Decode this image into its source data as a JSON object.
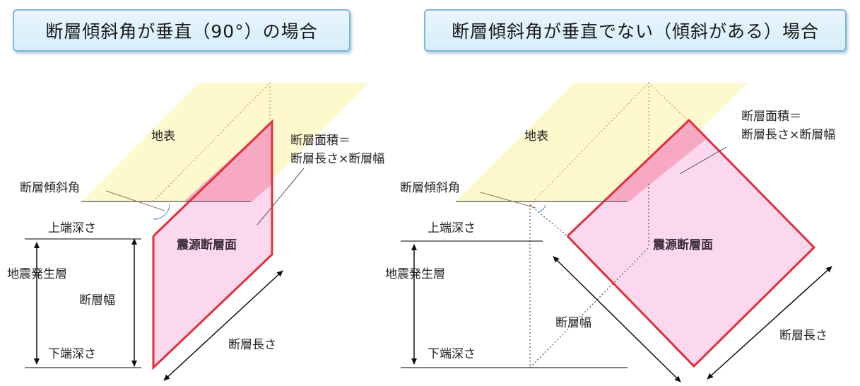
{
  "left_panel": {
    "title": "断層傾斜角が垂直（90°）の場合",
    "surface_label": "地表",
    "dip_angle_label": "断層傾斜角",
    "fault_area_formula_line1": "断層面積＝",
    "fault_area_formula_line2": "断層長さ×断層幅",
    "top_depth_label": "上端深さ",
    "seismogenic_layer_label": "地震発生層",
    "fault_width_label": "断層幅",
    "bottom_depth_label": "下端深さ",
    "source_fault_label": "震源断層面",
    "fault_length_label": "断層長さ"
  },
  "right_panel": {
    "title": "断層傾斜角が垂直でない（傾斜がある）場合",
    "surface_label": "地表",
    "dip_angle_label": "断層傾斜角",
    "fault_area_formula_line1": "断層面積＝",
    "fault_area_formula_line2": "断層長さ×断層幅",
    "top_depth_label": "上端深さ",
    "seismogenic_layer_label": "地震発生層",
    "fault_width_label": "断層幅",
    "bottom_depth_label": "下端深さ",
    "source_fault_label": "震源断層面",
    "fault_length_label": "断層長さ"
  },
  "colors": {
    "surface_fill": "#fdf8c8",
    "fault_fill": "#fbd8ee",
    "fault_fill_upper": "#f7a9c4",
    "fault_edge": "#e0303a",
    "title_border": "#7fb6d8"
  }
}
